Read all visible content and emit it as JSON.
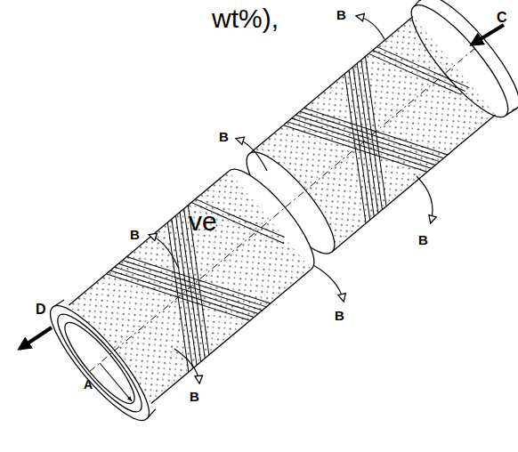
{
  "diagram": {
    "labels": [
      "wt%),",
      "ve",
      "B",
      "B",
      "B",
      "B",
      "B",
      "B",
      "C",
      "D",
      "A"
    ]
  }
}
